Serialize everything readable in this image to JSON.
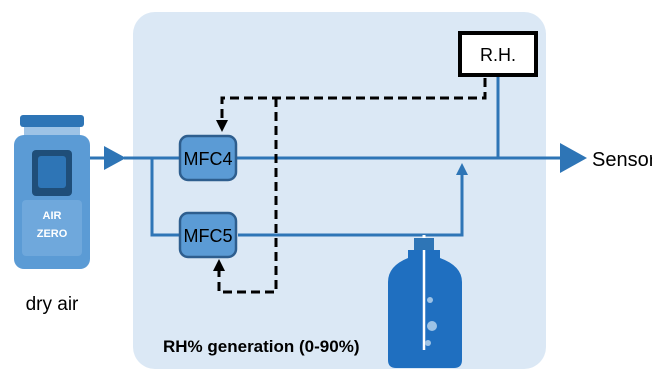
{
  "source": {
    "device_label_line1": "AIR",
    "device_label_line2": "ZERO",
    "caption": "dry air"
  },
  "controllers": {
    "mfc4": "MFC4",
    "mfc5": "MFC5"
  },
  "sensor_box": {
    "label": "R.H."
  },
  "output": {
    "label": "Sensor"
  },
  "region": {
    "label": "RH% generation (0-90%)"
  },
  "colors": {
    "panel_fill": "#dbe8f5",
    "flow_line": "#2e75b6",
    "mfc_fill": "#5b9bd5",
    "mfc_border": "#2e5e8e",
    "bubbler_fill": "#1f6fc0",
    "control_line": "#000000"
  }
}
